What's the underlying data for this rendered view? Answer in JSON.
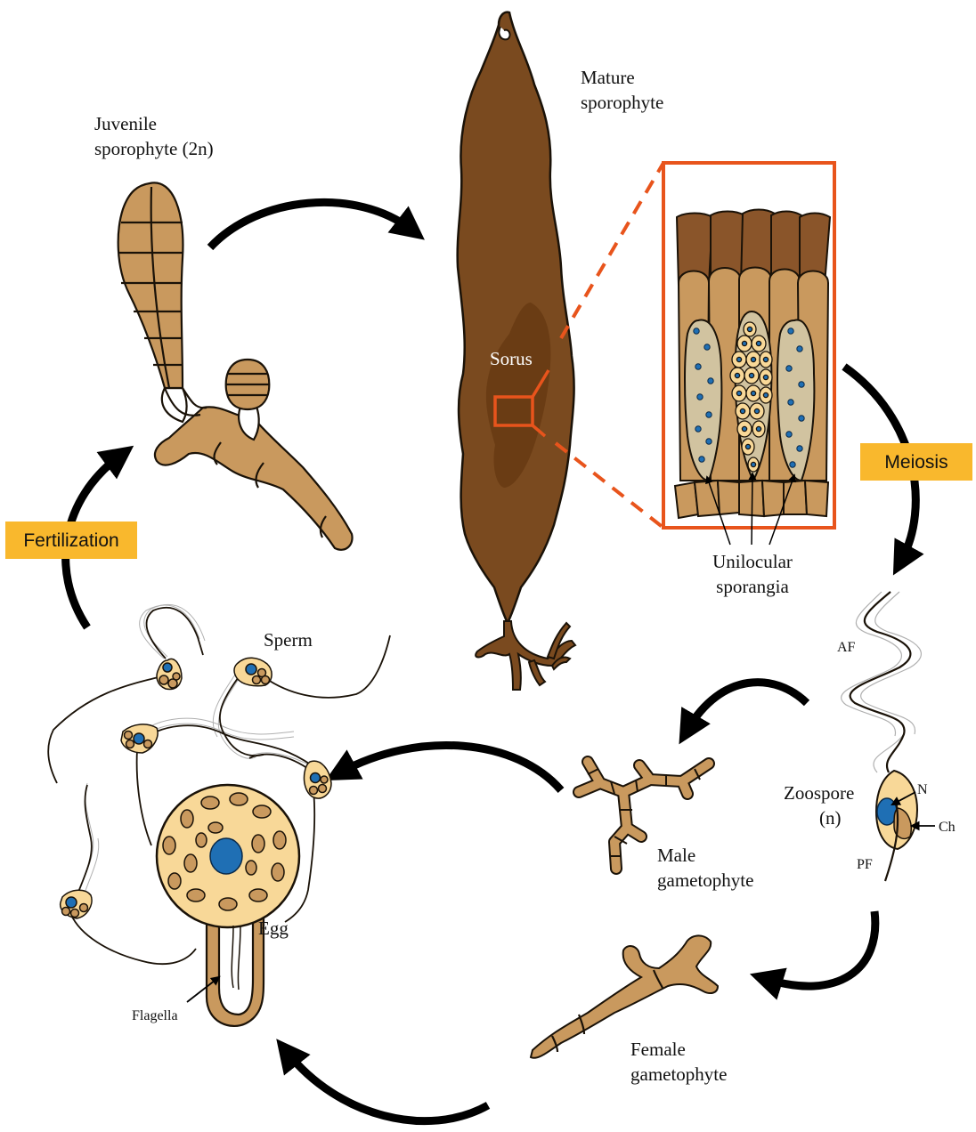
{
  "labels": {
    "juvenile_line1": "Juvenile",
    "juvenile_line2": "sporophyte (2n)",
    "mature_line1": "Mature",
    "mature_line2": "sporophyte",
    "sorus": "Sorus",
    "unilocular_line1": "Unilocular",
    "unilocular_line2": "sporangia",
    "meiosis": "Meiosis",
    "fertilization": "Fertilization",
    "af": "AF",
    "zoospore_line1": "Zoospore",
    "zoospore_line2": "(n)",
    "n": "N",
    "ch": "Ch",
    "pf": "PF",
    "male_line1": "Male",
    "male_line2": "gametophyte",
    "female_line1": "Female",
    "female_line2": "gametophyte",
    "sperm": "Sperm",
    "egg": "Egg",
    "flagella": "Flagella"
  },
  "colors": {
    "light_tan": "#c9995e",
    "dark_brown": "#7a4a1f",
    "sporangium_fill": "#d1c3a0",
    "cream": "#f8d898",
    "nucleus_blue": "#1f6fb4",
    "highlight_orange": "#e8541c",
    "tag_fill": "#f9b82d",
    "arrow_black": "#000000",
    "hair_gray": "#b0b0b0"
  }
}
